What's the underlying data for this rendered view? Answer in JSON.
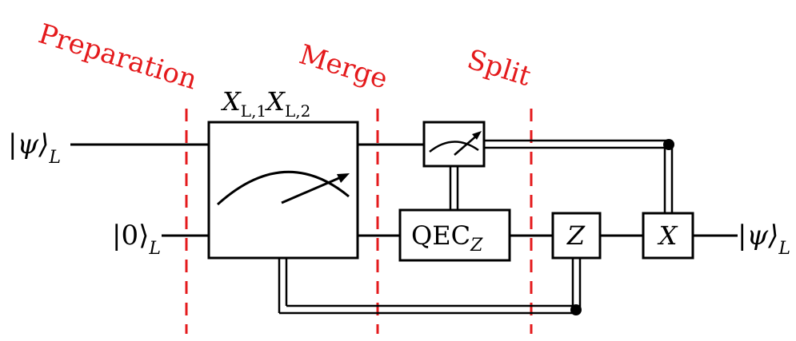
{
  "stage_labels": {
    "preparation": "Preparation",
    "merge": "Merge",
    "split": "Split"
  },
  "inputs": {
    "psi": {
      "ket": "|ψ⟩",
      "sub": "L"
    },
    "zero": {
      "ket": "|0⟩",
      "sub": "L"
    }
  },
  "output": {
    "ket": "|ψ⟩",
    "sub": "L"
  },
  "merge_box": {
    "label_a": "X",
    "sub_a": "L,1",
    "label_b": "X",
    "sub_b": "L,2"
  },
  "qec_box": {
    "label": "QEC",
    "sub": "Z"
  },
  "z_gate": {
    "label": "Z"
  },
  "x_gate": {
    "label": "X"
  },
  "colors": {
    "stage_text": "#e41a1c",
    "divider": "#e41a1c",
    "wire": "#000000"
  },
  "icons": [
    "measurement-meter-icon",
    "measurement-meter-icon"
  ]
}
